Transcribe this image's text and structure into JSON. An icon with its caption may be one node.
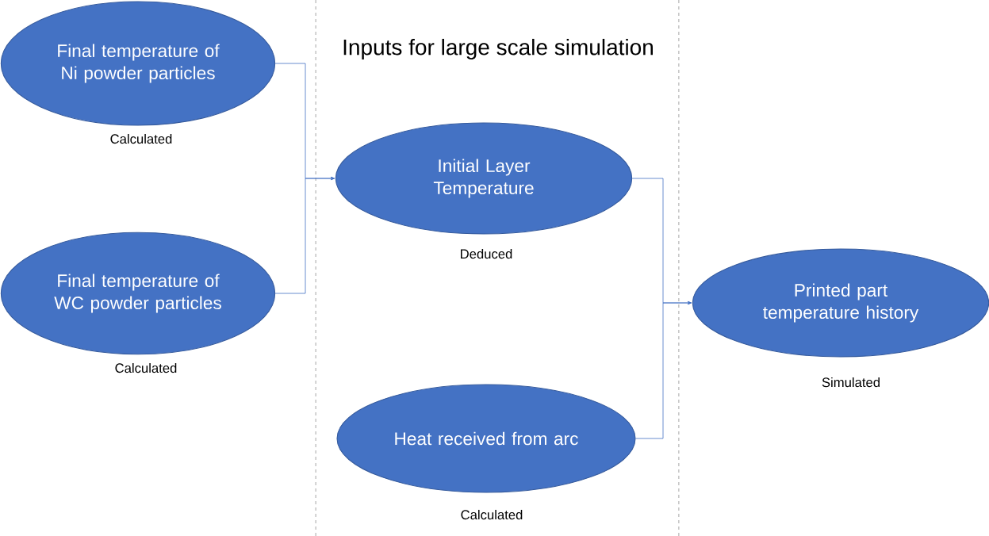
{
  "diagram": {
    "title": "Inputs for large scale simulation",
    "nodes": [
      {
        "text": [
          "Final temperature of Ni powder particles"
        ],
        "beside": [
          "Calculated"
        ]
      },
      {
        "text": [
          "Final temperature of WC powder particles"
        ],
        "beside": [
          "Calculated"
        ]
      },
      {
        "text": [
          "Initial Layer Temperature"
        ],
        "beside": [
          "Deduced"
        ]
      },
      {
        "text": [
          "Heat received from arc"
        ],
        "beside": [
          "Calculated"
        ]
      },
      {
        "text": [
          "Printed part temperature history"
        ],
        "beside": [
          "Simulated"
        ]
      }
    ],
    "edges": [
      {
        "from": 0,
        "to": 2,
        "arrow": "to"
      },
      {
        "from": 1,
        "to": 2,
        "arrow": "to"
      },
      {
        "from": 2,
        "to": 4,
        "arrow": "to"
      },
      {
        "from": 3,
        "to": 4,
        "arrow": "to"
      }
    ]
  }
}
